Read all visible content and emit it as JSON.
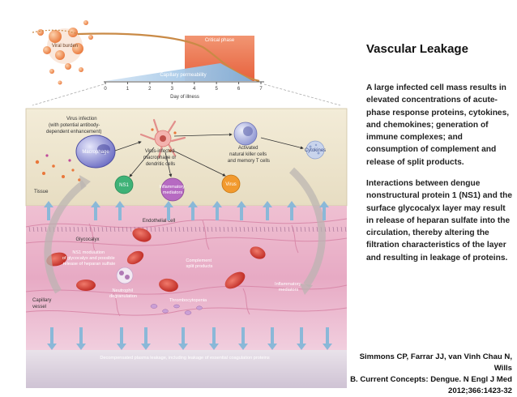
{
  "slide": {
    "title": "Vascular Leakage",
    "paragraph_1": "A large infected cell mass results in elevated concentrations of acute-phase response proteins, cytokines, and chemokines; generation of immune complexes; and consumption of complement and release of split products.",
    "paragraph_2": "Interactions between dengue nonstructural protein 1 (NS1) and the surface glycocalyx layer may result in release of heparan sulfate into the circulation, thereby altering the filtration characteristics of the layer and resulting in leakage of proteins.",
    "citation_lines": [
      "Simmons CP, Farrar JJ, van Vinh Chau N, Wills",
      "B. Current Concepts: Dengue. N Engl J Med",
      "2012;366:1423-32"
    ]
  },
  "figure": {
    "top_panel": {
      "viral_burden_label": "Viral burden",
      "critical_phase_label": "Critical phase",
      "capillary_permeability_label": "Capillary permeability",
      "axis_ticks": [
        "0",
        "1",
        "2",
        "3",
        "4",
        "5",
        "6",
        "7"
      ],
      "axis_label": "Day of illness"
    },
    "tissue_panel": {
      "virus_infection_label": "Virus infection (with potential antibody-dependent enhancement)",
      "macrophage_label": "Macrophage",
      "infected_cell_label": "Virus-infected macrophage or dendritic cells",
      "nk_label": "Activated natural killer cells and memory T cells",
      "cytokines_label": "Cytokines",
      "ns1_label": "NS1",
      "inflammatory_label": "Inflammatory mediators",
      "virus_label": "Virus",
      "tissue_label": "Tissue"
    },
    "vessel_panel": {
      "endothelial_label": "Endothelial cell",
      "glycocalyx_label": "Glycocalyx",
      "ns1_modulation_label": "NS1 modulation of glycocalyx and possible release of heparan sulfate",
      "complement_label": "Complement split products",
      "neutrophil_label": "Neutrophil degranulation",
      "inflammatory_label": "Inflammatory mediators",
      "thrombocytopenia_label": "Thrombocytopenia",
      "capillary_label": "Capillary vessel",
      "leakage_label": "Decompensated plasma leakage, including leakage of essential coagulation proteins"
    }
  },
  "colors": {
    "critical_phase": "#e8502a",
    "virus_orange": "#e9773a",
    "permeability": "#9fc4e4",
    "macrophage": "#6e6fc4",
    "nk_cell": "#8f96d2",
    "ns1_cell": "#3fb277",
    "inflammatory_cell": "#b66ac2",
    "virus_cell": "#f29a2e",
    "cytokines_cell": "#9fb3db",
    "red_cell": "#d9403a",
    "vessel_pink": "#eab3ca",
    "arrow_blue": "#8ab8d8"
  }
}
